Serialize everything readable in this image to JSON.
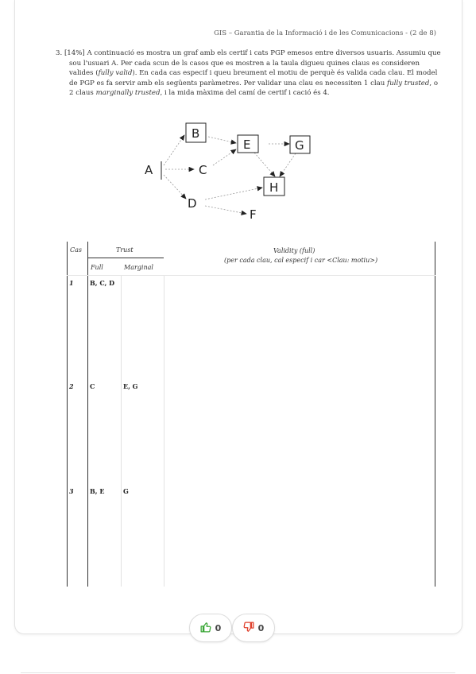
{
  "header": "GIS – Garantia de la Informació i de les Comunicacions - (2 de 8)",
  "question": {
    "number": "3.",
    "text_1": "[14%] A continuació es mostra un graf amb els certif i cats PGP emesos entre diversos usuaris. Assumiu que sou l'usuari A. Per cada scun de ls casos que es mostren a la taula digueu quines claus es consideren valides (",
    "valid_term": "fully valid",
    "text_2": "). En cada cas especif i queu breument el motiu de perquè és valida cada clau. El model de PGP es fa servir amb els següents paràmetres. Per validar una clau es necessiten 1 clau ",
    "full_term": "fully trusted",
    "text_3": ", o 2 claus ",
    "marginal_term": "marginally trusted",
    "text_4": ", i la mida màxima del camí de certif i cació és 4."
  },
  "graph": {
    "nodes": {
      "a": "A",
      "b": "B",
      "c": "C",
      "d": "D",
      "e": "E",
      "f": "F",
      "g": "G",
      "h": "H"
    }
  },
  "table": {
    "headers": {
      "cas": "Cas",
      "trust": "Trust",
      "full": "Full",
      "marginal": "Marginal",
      "validity": "Validity (full)",
      "validity_sub": "(per cada clau, cal especif i car <Clau: motiu>)"
    },
    "rows": [
      {
        "cas": "1",
        "full": "B, C, D",
        "marginal": ""
      },
      {
        "cas": "2",
        "full": "C",
        "marginal": "E, G"
      },
      {
        "cas": "3",
        "full": "B, E",
        "marginal": "G"
      }
    ]
  },
  "votes": {
    "up_count": "0",
    "down_count": "0"
  },
  "colors": {
    "thumb_up": "#3aa636",
    "thumb_down": "#e0402c"
  }
}
